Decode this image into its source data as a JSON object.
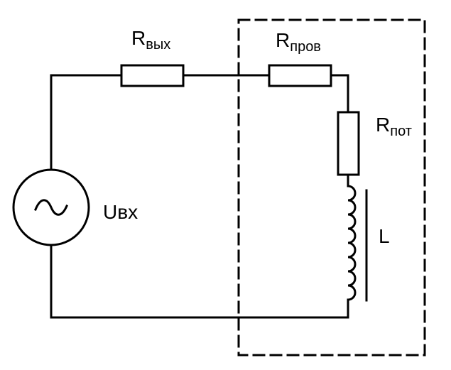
{
  "components": {
    "r_out": {
      "symbol": "R",
      "subscript": "вых"
    },
    "r_wire": {
      "symbol": "R",
      "subscript": "пров"
    },
    "r_loss": {
      "symbol": "R",
      "subscript": "пот"
    },
    "inductor": {
      "label": "L"
    },
    "source": {
      "label": "Uвх"
    }
  },
  "colors": {
    "line": "#000000",
    "background": "#ffffff"
  },
  "icons": {
    "source_symbol": "ac-sine-icon"
  }
}
